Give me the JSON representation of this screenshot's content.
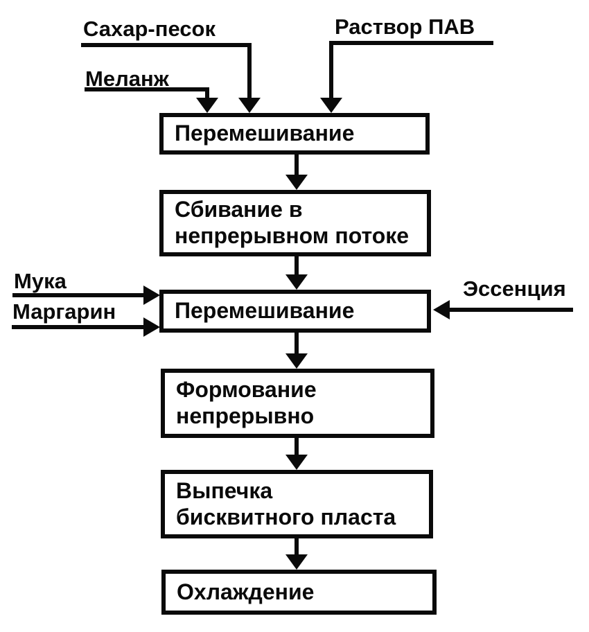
{
  "flowchart": {
    "description": "Production process flow diagram (Russian): biscuit sheet manufacturing",
    "colors": {
      "ink": "#0a0a0a",
      "paper": "#ffffff"
    },
    "inputs": [
      {
        "id": "sugar",
        "label": "Сахар-песок",
        "target": "mixing-1",
        "direction": "top"
      },
      {
        "id": "surfactant",
        "label": "Раствор ПАВ",
        "target": "mixing-1",
        "direction": "top"
      },
      {
        "id": "melange",
        "label": "Меланж",
        "target": "mixing-1",
        "direction": "top"
      },
      {
        "id": "flour",
        "label": "Мука",
        "target": "mixing-2",
        "direction": "left"
      },
      {
        "id": "margarine",
        "label": "Маргарин",
        "target": "mixing-2",
        "direction": "left"
      },
      {
        "id": "essence",
        "label": "Эссенция",
        "target": "mixing-2",
        "direction": "right"
      }
    ],
    "steps": [
      {
        "id": "mixing-1",
        "label": "Перемешивание"
      },
      {
        "id": "whipping",
        "label": "Сбивание в\nнепрерывном потоке"
      },
      {
        "id": "mixing-2",
        "label": "Перемешивание"
      },
      {
        "id": "forming",
        "label": "Формование\nнепрерывно"
      },
      {
        "id": "baking",
        "label": "Выпечка\nбисквитного пласта"
      },
      {
        "id": "cooling",
        "label": "Охлаждение"
      }
    ]
  }
}
